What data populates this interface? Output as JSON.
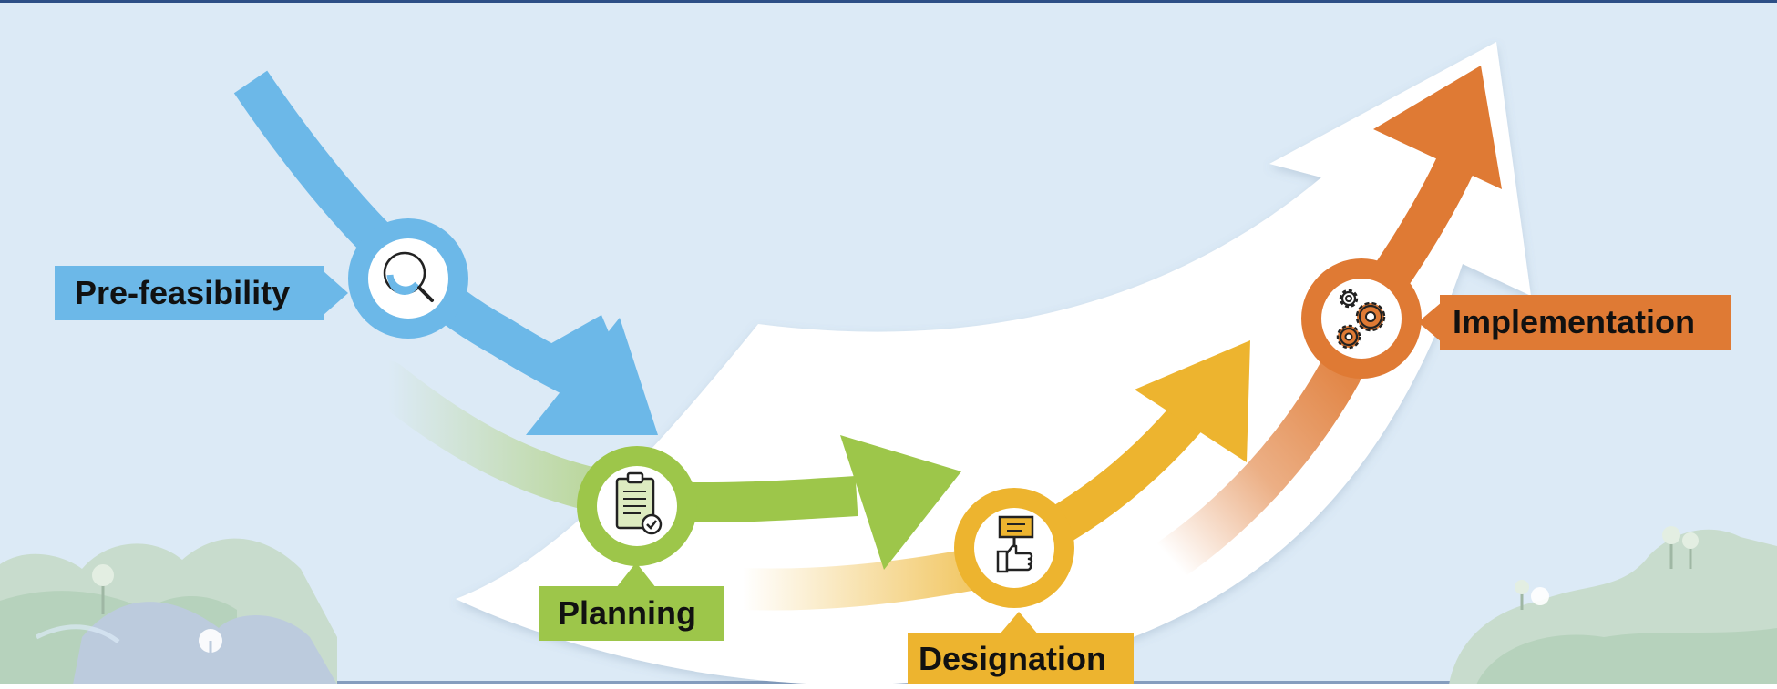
{
  "stages": [
    {
      "key": "pre",
      "label": "Pre-feasibility",
      "icon": "magnifier-icon",
      "color": "#6CB8E8"
    },
    {
      "key": "plan",
      "label": "Planning",
      "icon": "clipboard-check-icon",
      "color": "#9DC64A"
    },
    {
      "key": "des",
      "label": "Designation",
      "icon": "thumbs-up-sign-icon",
      "color": "#EDB42F"
    },
    {
      "key": "imp",
      "label": "Implementation",
      "icon": "gears-icon",
      "color": "#DF7A34"
    }
  ],
  "colors": {
    "background": "#DCEAF6",
    "ribbon": "#FFFFFF",
    "frame_line": "#2D4F86"
  }
}
